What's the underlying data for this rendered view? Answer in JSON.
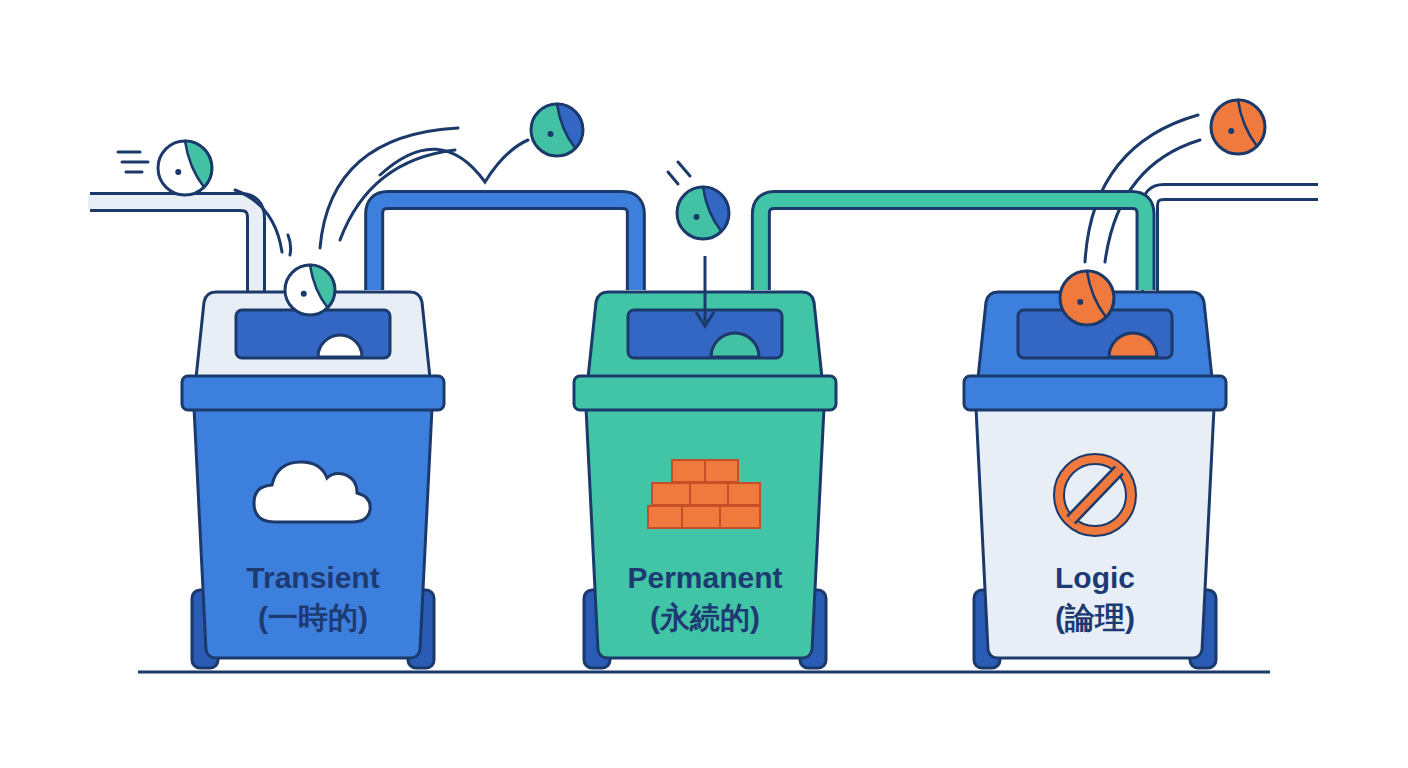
{
  "diagram": {
    "nodes": [
      {
        "text": [
          "Transient (一時的)"
        ]
      },
      {
        "text": [
          "Permanent (永続的)"
        ]
      },
      {
        "text": [
          "Logic (論理)"
        ]
      }
    ],
    "edges": [
      {
        "from": 0,
        "to": 1,
        "arrow": "none"
      },
      {
        "from": 1,
        "to": 2,
        "arrow": "none"
      }
    ]
  }
}
